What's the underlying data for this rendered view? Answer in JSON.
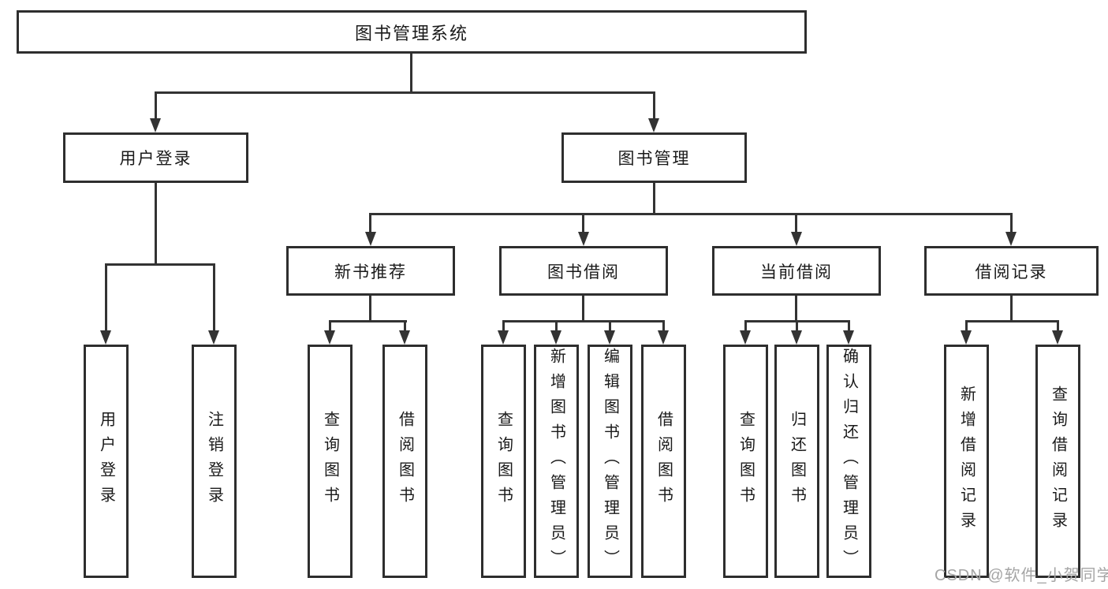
{
  "diagram": {
    "title": "图书管理系统",
    "branches": [
      {
        "label": "用户登录",
        "children": [
          {
            "label": "用户登录"
          },
          {
            "label": "注销登录"
          }
        ]
      },
      {
        "label": "图书管理",
        "groups": [
          {
            "label": "新书推荐",
            "children": [
              {
                "label": "查询图书"
              },
              {
                "label": "借阅图书"
              }
            ]
          },
          {
            "label": "图书借阅",
            "children": [
              {
                "label": "查询图书"
              },
              {
                "label": "新增图书（管理员）"
              },
              {
                "label": "编辑图书（管理员）"
              },
              {
                "label": "借阅图书"
              }
            ]
          },
          {
            "label": "当前借阅",
            "children": [
              {
                "label": "查询图书"
              },
              {
                "label": "归还图书"
              },
              {
                "label": "确认归还（管理员）"
              }
            ]
          },
          {
            "label": "借阅记录",
            "children": [
              {
                "label": "新增借阅记录"
              },
              {
                "label": "查询借阅记录"
              }
            ]
          }
        ]
      }
    ],
    "watermark": "CSDN @软件_小贺同学",
    "colors": {
      "line": "#333333",
      "border": "#2e2e2e",
      "text": "#1a1a1a",
      "watermark": "#a5a5a5",
      "background": "#ffffff"
    }
  }
}
